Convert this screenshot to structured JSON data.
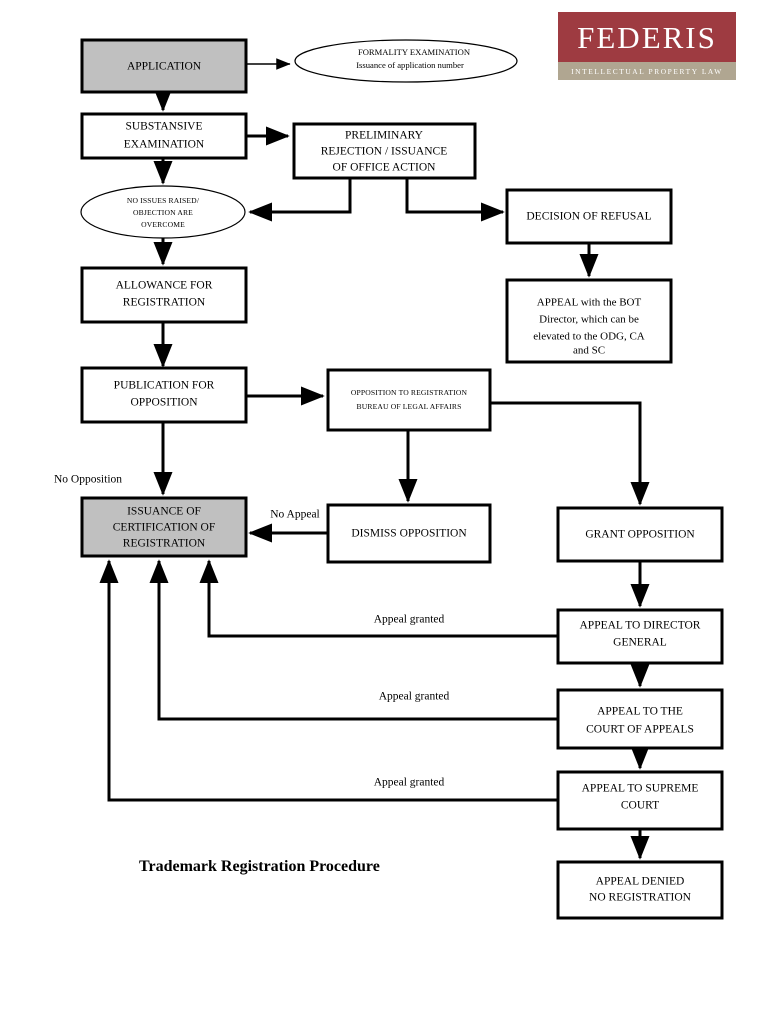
{
  "document": {
    "title": "Trademark Registration Procedure"
  },
  "logo": {
    "brand": "FEDERIS",
    "tagline": "INTELLECTUAL PROPERTY LAW",
    "brand_color": "#9e3b41",
    "tagline_bar_color": "#b0a691"
  },
  "colors": {
    "shaded_node_fill": "#c0c0c0",
    "node_fill": "#ffffff",
    "stroke": "#000000"
  },
  "nodes": {
    "application": {
      "line1": "APPLICATION"
    },
    "formality": {
      "line1": "FORMALITY EXAMINATION",
      "line2": "Issuance of application number"
    },
    "substantive": {
      "line1": "SUBSTANSIVE",
      "line2": "EXAMINATION"
    },
    "preliminary": {
      "line1": "PRELIMINARY",
      "line2": "REJECTION / ISSUANCE",
      "line3": "OF OFFICE ACTION"
    },
    "no_issues": {
      "line1": "NO ISSUES RAISED/",
      "line2": "OBJECTION ARE",
      "line3": "OVERCOME"
    },
    "decision_refusal": {
      "line1": "DECISION OF REFUSAL"
    },
    "appeal_bot": {
      "line1": "APPEAL with the BOT",
      "line2": "Director, which can be",
      "line3": "elevated to the ODG, CA",
      "line4": "and SC"
    },
    "allowance": {
      "line1": "ALLOWANCE FOR",
      "line2": "REGISTRATION"
    },
    "publication": {
      "line1": "PUBLICATION FOR",
      "line2": "OPPOSITION"
    },
    "opposition_registration": {
      "line1": "OPPOSITION TO REGISTRATION",
      "line2": "BUREAU OF LEGAL AFFAIRS"
    },
    "issuance_cert": {
      "line1": "ISSUANCE OF",
      "line2": "CERTIFICATION OF",
      "line3": "REGISTRATION"
    },
    "dismiss_opposition": {
      "line1": "DISMISS OPPOSITION"
    },
    "grant_opposition": {
      "line1": "GRANT OPPOSITION"
    },
    "appeal_director_general": {
      "line1": "APPEAL TO DIRECTOR",
      "line2": "GENERAL"
    },
    "appeal_court_appeals": {
      "line1": "APPEAL TO THE",
      "line2": "COURT OF APPEALS"
    },
    "appeal_supreme_court": {
      "line1": "APPEAL TO SUPREME",
      "line2": "COURT"
    },
    "appeal_denied": {
      "line1": "APPEAL DENIED",
      "line2": "NO REGISTRATION"
    }
  },
  "edge_labels": {
    "no_opposition": "No Opposition",
    "no_appeal": "No Appeal",
    "appeal_granted_1": "Appeal granted",
    "appeal_granted_2": "Appeal granted",
    "appeal_granted_3": "Appeal granted"
  }
}
